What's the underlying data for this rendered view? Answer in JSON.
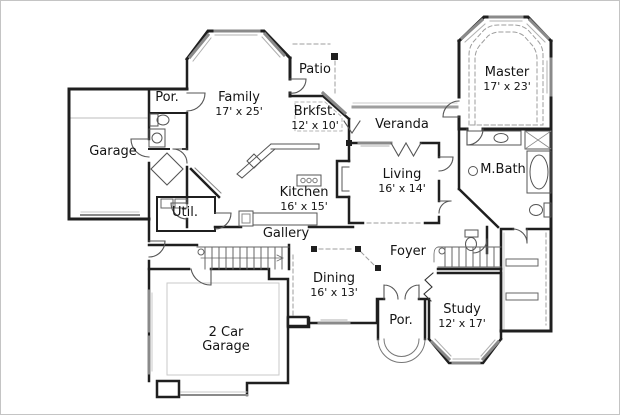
{
  "plan": {
    "rooms": {
      "por_back": {
        "name": "Por."
      },
      "garage": {
        "name": "Garage"
      },
      "family": {
        "name": "Family",
        "dims": "17' x 25'"
      },
      "patio": {
        "name": "Patio"
      },
      "brkfst": {
        "name": "Brkfst.",
        "dims": "12' x 10'"
      },
      "veranda": {
        "name": "Veranda"
      },
      "master": {
        "name": "Master",
        "dims": "17' x 23'"
      },
      "kitchen": {
        "name": "Kitchen",
        "dims": "16' x 15'"
      },
      "living": {
        "name": "Living",
        "dims": "16' x 14'"
      },
      "mbath": {
        "name": "M.Bath"
      },
      "util": {
        "name": "Util."
      },
      "gallery": {
        "name": "Gallery"
      },
      "foyer": {
        "name": "Foyer"
      },
      "dining": {
        "name": "Dining",
        "dims": "16' x 13'"
      },
      "garage2": {
        "name_line1": "2 Car",
        "name_line2": "Garage"
      },
      "por_front": {
        "name": "Por."
      },
      "study": {
        "name": "Study",
        "dims": "12' x 17'"
      }
    },
    "colors": {
      "wall": "#1f1f1f",
      "window_gray": "#8a8a8a",
      "thin_line": "#555555",
      "dashed_line": "#9e9e9e",
      "background": "#ffffff",
      "border": "#c4c4c4"
    }
  }
}
